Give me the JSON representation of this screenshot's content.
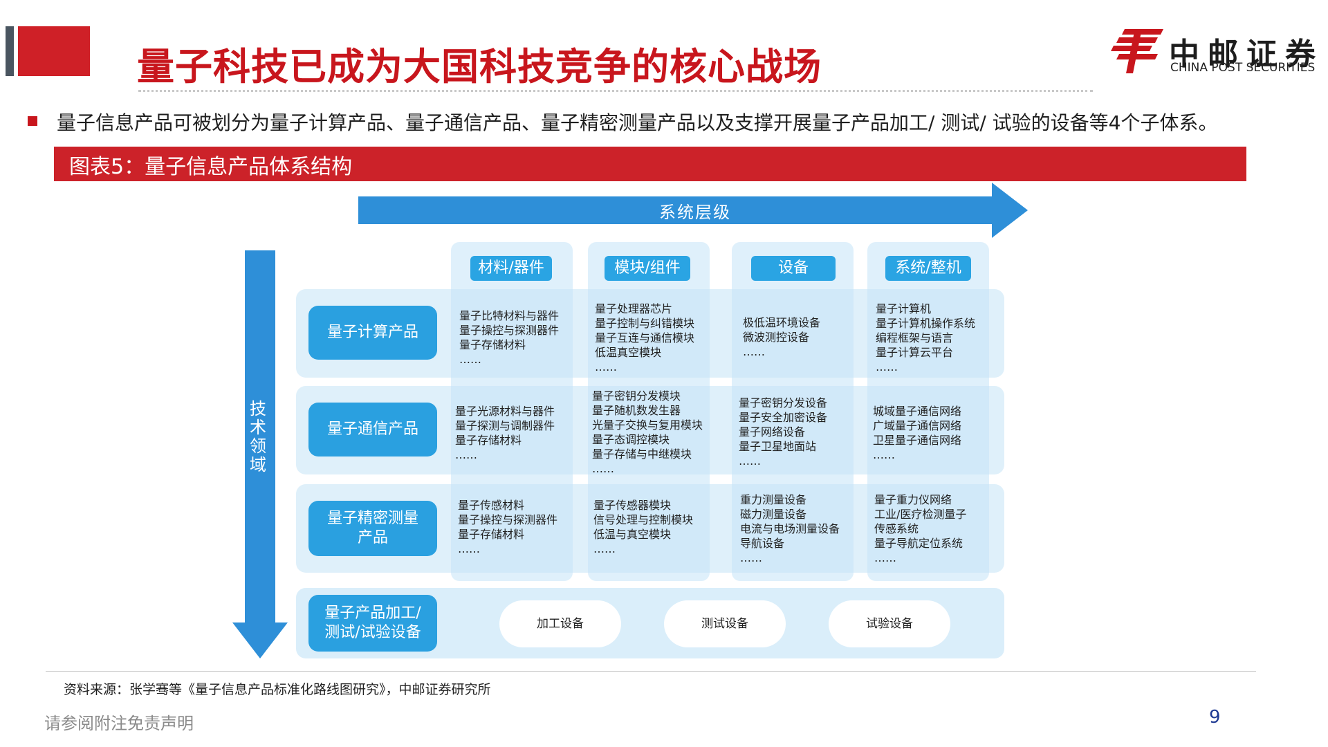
{
  "header": {
    "title": "量子科技已成为大国科技竞争的核心战场",
    "logo_name": "中邮证券",
    "logo_sub": "CHINA POST SECURITIES",
    "brand_color": "#c8161d"
  },
  "bullet": "量子信息产品可被划分为量子计算产品、量子通信产品、量子精密测量产品以及支撑开展量子产品加工/ 测试/ 试验的设备等4个子体系。",
  "figure": {
    "title": "图表5：量子信息产品体系结构",
    "h_arrow_label": "系统层级",
    "v_arrow_label": [
      "技",
      "术",
      "领",
      "域"
    ],
    "columns": [
      "材料/器件",
      "模块/组件",
      "设备",
      "系统/整机"
    ],
    "rows": [
      {
        "label": [
          "量子计算产品"
        ],
        "cells": [
          [
            "量子比特材料与器件",
            "量子操控与探测器件",
            "量子存储材料",
            "……"
          ],
          [
            "量子处理器芯片",
            "量子控制与纠错模块",
            "量子互连与通信模块",
            "低温真空模块",
            "……"
          ],
          [
            "极低温环境设备",
            "微波测控设备",
            "……"
          ],
          [
            "量子计算机",
            "量子计算机操作系统",
            "编程框架与语言",
            "量子计算云平台",
            "……"
          ]
        ]
      },
      {
        "label": [
          "量子通信产品"
        ],
        "cells": [
          [
            "量子光源材料与器件",
            "量子探测与调制器件",
            "量子存储材料",
            "……"
          ],
          [
            "量子密钥分发模块",
            "量子随机数发生器",
            "光量子交换与复用模块",
            "量子态调控模块",
            "量子存储与中继模块",
            "……"
          ],
          [
            "量子密钥分发设备",
            "量子安全加密设备",
            "量子网络设备",
            "量子卫星地面站",
            "……"
          ],
          [
            "城域量子通信网络",
            "广域量子通信网络",
            "卫星量子通信网络",
            "……"
          ]
        ]
      },
      {
        "label": [
          "量子精密测量",
          "产品"
        ],
        "cells": [
          [
            "量子传感材料",
            "量子操控与探测器件",
            "量子存储材料",
            "……"
          ],
          [
            "量子传感器模块",
            "信号处理与控制模块",
            "低温与真空模块",
            "……"
          ],
          [
            "重力测量设备",
            "磁力测量设备",
            "电流与电场测量设备",
            "导航设备",
            "……"
          ],
          [
            "量子重力仪网络",
            "工业/医疗检测量子",
            "传感系统",
            "量子导航定位系统",
            "……"
          ]
        ]
      }
    ],
    "bottom_row": {
      "label": [
        "量子产品加工/",
        "测试/试验设备"
      ],
      "items": [
        "加工设备",
        "测试设备",
        "试验设备"
      ]
    }
  },
  "footer": {
    "source": "资料来源：张学骞等《量子信息产品标准化路线图研究》，中邮证券研究所",
    "disclaimer": "请参阅附注免责声明",
    "page_number": "9"
  }
}
